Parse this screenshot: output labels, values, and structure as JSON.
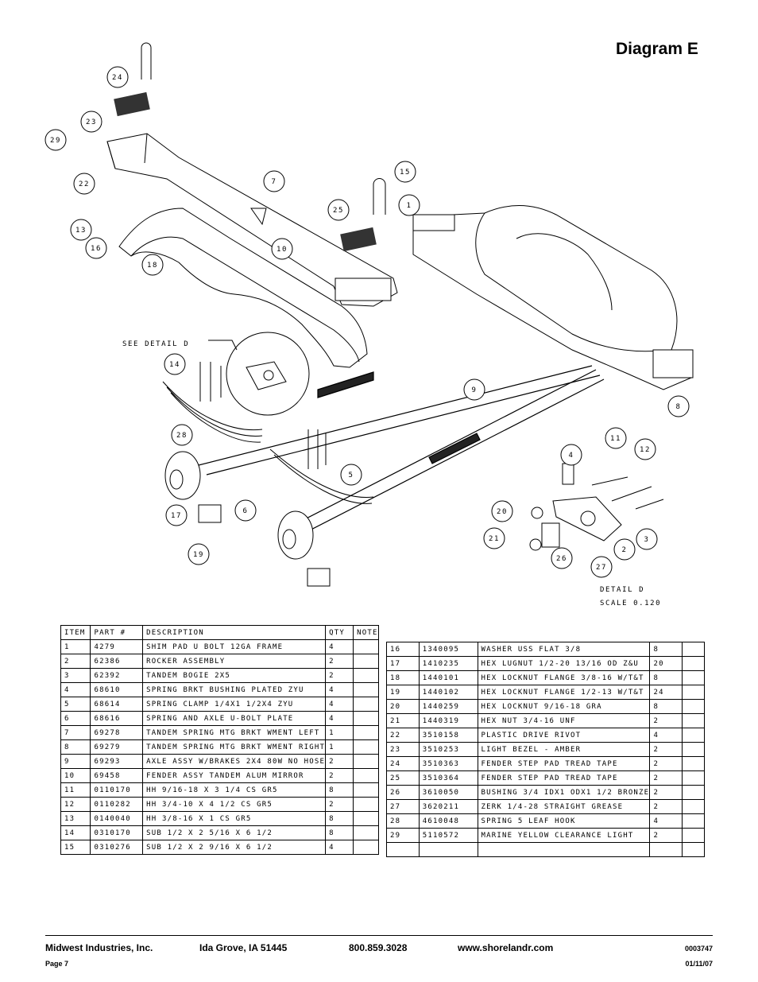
{
  "title": "Diagram E",
  "detail": {
    "see_label": "SEE DETAIL D",
    "label": "DETAIL D",
    "scale": "SCALE 0.120"
  },
  "callouts": [
    "24",
    "23",
    "29",
    "22",
    "7",
    "15",
    "1",
    "25",
    "13",
    "16",
    "10",
    "18",
    "14",
    "28",
    "9",
    "8",
    "11",
    "12",
    "4",
    "5",
    "6",
    "17",
    "19",
    "20",
    "21",
    "26",
    "27",
    "2",
    "3"
  ],
  "table": {
    "headers": [
      "ITEM",
      "PART #",
      "DESCRIPTION",
      "QTY",
      "NOTE"
    ],
    "left_rows": [
      [
        "1",
        "4279",
        "SHIM PAD  U BOLT 12GA FRAME",
        "4",
        ""
      ],
      [
        "2",
        "62386",
        "ROCKER ASSEMBLY",
        "2",
        ""
      ],
      [
        "3",
        "62392",
        "TANDEM BOGIE  2X5",
        "2",
        ""
      ],
      [
        "4",
        "68610",
        "SPRING BRKT BUSHING PLATED ZYU",
        "4",
        ""
      ],
      [
        "5",
        "68614",
        "SPRING CLAMP  1/4X1 1/2X4 ZYU",
        "4",
        ""
      ],
      [
        "6",
        "68616",
        "SPRING AND AXLE U-BOLT PLATE",
        "4",
        ""
      ],
      [
        "7",
        "69278",
        "TANDEM SPRING MTG BRKT WMENT LEFT",
        "1",
        ""
      ],
      [
        "8",
        "69279",
        "TANDEM SPRING MTG BRKT WMENT RIGHT",
        "1",
        ""
      ],
      [
        "9",
        "69293",
        "AXLE ASSY W/BRAKES 2X4 80W NO HOSE",
        "2",
        ""
      ],
      [
        "10",
        "69458",
        "FENDER ASSY TANDEM ALUM MIRROR",
        "2",
        ""
      ],
      [
        "11",
        "0110170",
        "HH 9/16-18 X 3 1/4 CS GR5",
        "8",
        ""
      ],
      [
        "12",
        "0110282",
        "HH 3/4-10 X 4 1/2 CS GR5",
        "2",
        ""
      ],
      [
        "13",
        "0140040",
        "HH 3/8-16 X 1 CS GR5",
        "8",
        ""
      ],
      [
        "14",
        "0310170",
        "SUB 1/2 X 2 5/16 X 6 1/2",
        "8",
        ""
      ],
      [
        "15",
        "0310276",
        "SUB 1/2 X 2 9/16 X 6 1/2",
        "4",
        ""
      ]
    ],
    "right_rows": [
      [
        "16",
        "1340095",
        "WASHER USS FLAT 3/8",
        "8",
        ""
      ],
      [
        "17",
        "1410235",
        "HEX LUGNUT 1/2-20 13/16 OD Z&U",
        "20",
        ""
      ],
      [
        "18",
        "1440101",
        "HEX LOCKNUT FLANGE 3/8-16 W/T&T",
        "8",
        ""
      ],
      [
        "19",
        "1440102",
        "HEX LOCKNUT FLANGE 1/2-13 W/T&T",
        "24",
        ""
      ],
      [
        "20",
        "1440259",
        "HEX LOCKNUT 9/16-18 GRA",
        "8",
        ""
      ],
      [
        "21",
        "1440319",
        "HEX NUT 3/4-16 UNF",
        "2",
        ""
      ],
      [
        "22",
        "3510158",
        "PLASTIC DRIVE RIVOT",
        "4",
        ""
      ],
      [
        "23",
        "3510253",
        "LIGHT BEZEL - AMBER",
        "2",
        ""
      ],
      [
        "24",
        "3510363",
        "FENDER STEP PAD TREAD TAPE",
        "2",
        ""
      ],
      [
        "25",
        "3510364",
        "FENDER STEP PAD TREAD TAPE",
        "2",
        ""
      ],
      [
        "26",
        "3610050",
        "BUSHING  3/4 IDX1 ODX1 1/2 BRONZE",
        "2",
        ""
      ],
      [
        "27",
        "3620211",
        "ZERK  1/4-28 STRAIGHT GREASE",
        "2",
        ""
      ],
      [
        "28",
        "4610048",
        "SPRING  5 LEAF HOOK",
        "4",
        ""
      ],
      [
        "29",
        "5110572",
        "MARINE YELLOW CLEARANCE LIGHT",
        "2",
        ""
      ],
      [
        "",
        "",
        "",
        "",
        ""
      ]
    ]
  },
  "footer": {
    "company": "Midwest Industries, Inc.",
    "city": "Ida Grove, IA  51445",
    "phone": "800.859.3028",
    "website": "www.shorelandr.com",
    "doc_number": "0003747",
    "page": "Page 7",
    "date": "01/11/07"
  }
}
